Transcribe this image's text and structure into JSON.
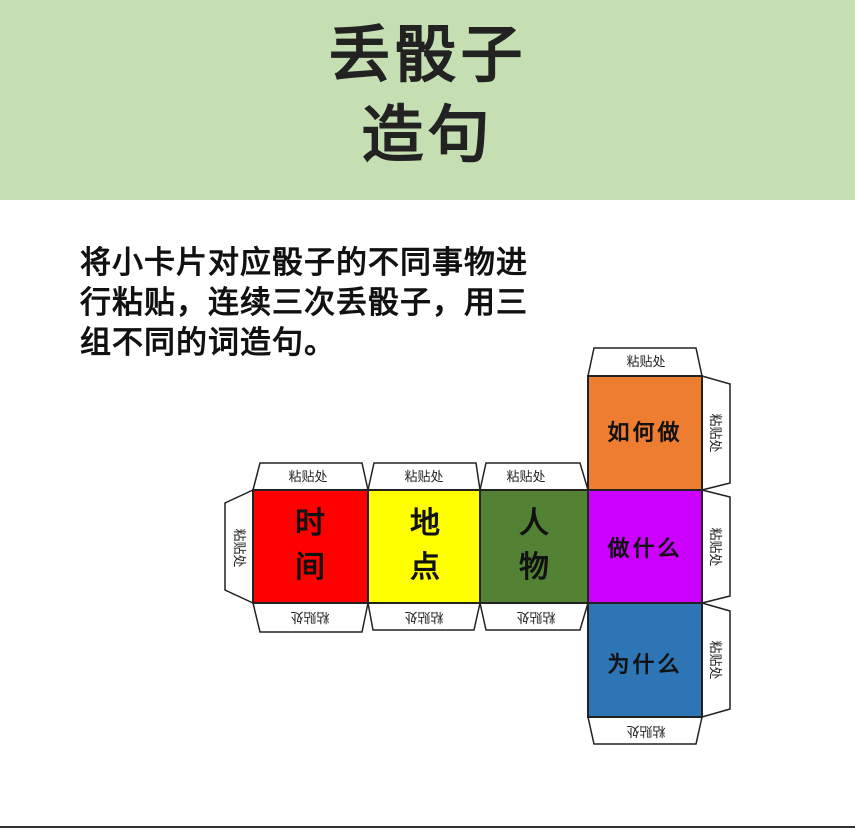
{
  "header": {
    "title_line1": "丢骰子",
    "title_line2": "造句"
  },
  "instruction": {
    "line1": "将小卡片对应骰子的不同事物进",
    "line2": "行粘贴，连续三次丢骰子，用三",
    "line3": "组不同的词造句。"
  },
  "dice_net": {
    "tab_label": "粘贴处",
    "faces": [
      {
        "id": "time",
        "line1": "时",
        "line2": "间",
        "color": "#ff0000"
      },
      {
        "id": "place",
        "line1": "地",
        "line2": "点",
        "color": "#ffff00"
      },
      {
        "id": "person",
        "line1": "人",
        "line2": "物",
        "color": "#548235"
      },
      {
        "id": "how",
        "text": "如何做",
        "color": "#ed7d31"
      },
      {
        "id": "what",
        "text": "做什么",
        "color": "#cc00ff"
      },
      {
        "id": "why",
        "text": "为什么",
        "color": "#2e75b6"
      }
    ]
  }
}
